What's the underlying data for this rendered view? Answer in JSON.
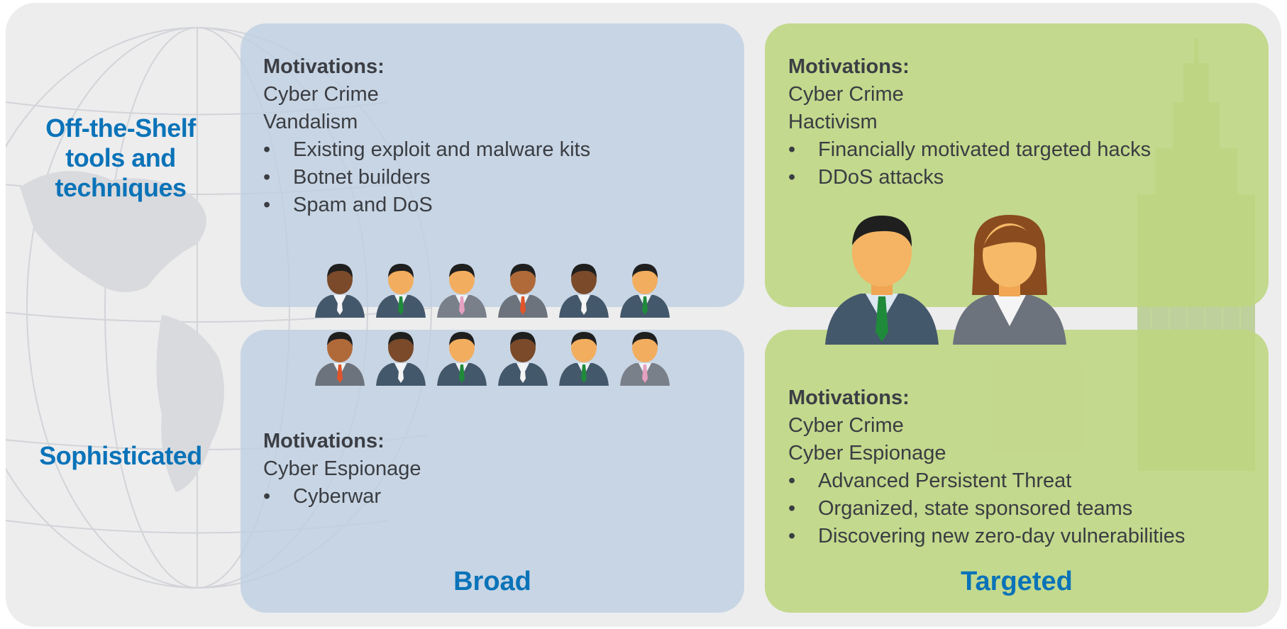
{
  "rows": {
    "top_label": "Off-the-Shelf tools and techniques",
    "bottom_label": "Sophisticated"
  },
  "columns": {
    "left_label": "Broad",
    "right_label": "Targeted"
  },
  "quadrants": {
    "broad_offshelf": {
      "heading": "Motivations:",
      "lines": [
        "Cyber Crime",
        "Vandalism"
      ],
      "bullets": [
        "Existing exploit and malware kits",
        "Botnet builders",
        "Spam and DoS"
      ]
    },
    "targeted_offshelf": {
      "heading": "Motivations:",
      "lines": [
        "Cyber Crime",
        "Hactivism"
      ],
      "bullets": [
        "Financially motivated targeted hacks",
        "DDoS attacks"
      ]
    },
    "broad_sophisticated": {
      "heading": "Motivations:",
      "lines": [
        "Cyber Espionage"
      ],
      "bullets": [
        "Cyberwar"
      ]
    },
    "targeted_sophisticated": {
      "heading": "Motivations:",
      "lines": [
        "Cyber Crime",
        "Cyber Espionage"
      ],
      "bullets": [
        "Advanced Persistent Threat",
        "Organized, state sponsored teams",
        "Discovering new zero-day vulnerabilities"
      ]
    }
  },
  "colors": {
    "label_blue": "#0a73b8",
    "panel_blue": "#bfcee2",
    "panel_green": "#bed682",
    "text": "#3a3d42"
  },
  "icons": {
    "crowd": "group-of-people-icons",
    "pair": "business-man-and-woman-icons",
    "background_left": "globe-illustration",
    "background_right": "skyscraper-illustration"
  }
}
